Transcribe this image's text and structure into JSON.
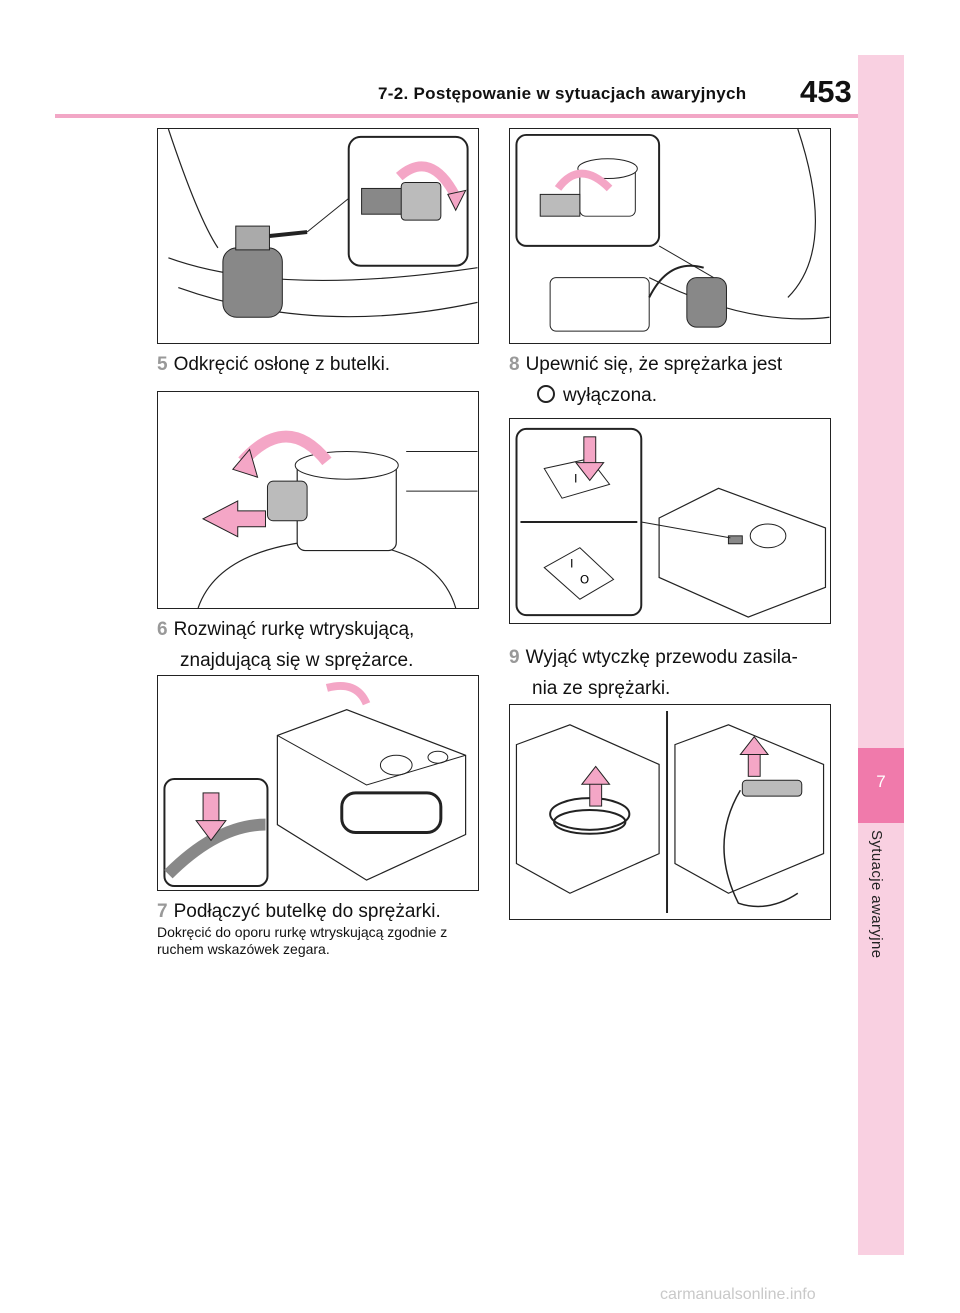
{
  "header": {
    "section_title": "7-2. Postępowanie w sytuacjach awaryjnych",
    "page_number": "453"
  },
  "side_tab": {
    "chapter": "7",
    "label": "Sytuacje awaryjne"
  },
  "steps": [
    {
      "num": "5",
      "line1": "Odkręcić osłonę z butelki.",
      "line2": ""
    },
    {
      "num": "6",
      "line1": "Rozwinąć rurkę wtryskującą,",
      "line2": "znajdującą się w sprężarce."
    },
    {
      "num": "7",
      "line1": "Podłączyć butelkę do sprężarki.",
      "line2": ""
    },
    {
      "num": "8",
      "line1": "Upewnić się, że sprężarka jest",
      "line2": "wyłączona."
    },
    {
      "num": "9",
      "line1": "Wyjąć wtyczkę przewodu zasila-",
      "line2": "nia ze sprężarki."
    }
  ],
  "note7": "Dokręcić do oporu rurkę wtryskującą zgodnie z ruchem wskazówek zegara.",
  "switch_labels": {
    "on": "I",
    "off": "O"
  },
  "colors": {
    "accent": "#f07aab",
    "tab": "#f9d0e1",
    "arrow": "#f4a6c6"
  },
  "footer": "carmanualsonline.info"
}
